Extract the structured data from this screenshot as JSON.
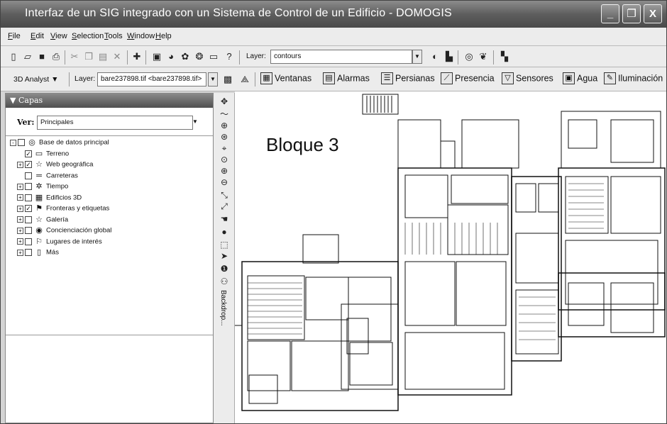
{
  "window": {
    "title": "Interfaz de un SIG integrado con un Sistema de Control de un Edificio - DOMOGIS",
    "minimize_glyph": "_",
    "restore_glyph": "❐",
    "close_glyph": "X"
  },
  "menu": {
    "items": [
      "File",
      "Edit",
      "View",
      "Selection",
      "Tools",
      "Window",
      "Help"
    ]
  },
  "toolbar1": {
    "layer_label": "Layer:",
    "layer_value": "contours"
  },
  "toolbar2": {
    "analyst_label": "3D Analyst ▼",
    "layer_label": "Layer:",
    "layer_value": "bare237898.tif <bare237898.tif>",
    "layers": [
      "Ventanas",
      "Alarmas",
      "Persianas",
      "Presencia",
      "Sensores",
      "Agua",
      "Iluminación"
    ]
  },
  "panel": {
    "header": "Capas",
    "ver_label": "Ver:",
    "ver_value": "Principales",
    "tree": [
      {
        "label": "Base de datos principal",
        "expander": "-",
        "check": "",
        "icon": "globe-icon",
        "glyph": "◎",
        "indent": 0
      },
      {
        "label": "Terreno",
        "expander": "",
        "check": "✓",
        "icon": "folder-icon",
        "glyph": "▭",
        "indent": 1
      },
      {
        "label": "Web geográfica",
        "expander": "+",
        "check": "✓",
        "icon": "star-icon",
        "glyph": "☆",
        "indent": 1
      },
      {
        "label": "Carreteras",
        "expander": "",
        "check": "",
        "icon": "road-icon",
        "glyph": "═",
        "indent": 1
      },
      {
        "label": "Tiempo",
        "expander": "+",
        "check": "",
        "icon": "sun-icon",
        "glyph": "✲",
        "indent": 1
      },
      {
        "label": "Edificios 3D",
        "expander": "+",
        "check": "",
        "icon": "building-icon",
        "glyph": "▦",
        "indent": 1
      },
      {
        "label": "Fronteras y etiquetas",
        "expander": "+",
        "check": "✓",
        "icon": "flag-icon",
        "glyph": "⚑",
        "indent": 1
      },
      {
        "label": "Galería",
        "expander": "+",
        "check": "",
        "icon": "gallery-icon",
        "glyph": "☆",
        "indent": 1
      },
      {
        "label": "Concienciación global",
        "expander": "+",
        "check": "",
        "icon": "circle-icon",
        "glyph": "◉",
        "indent": 1
      },
      {
        "label": "Lugares de interés",
        "expander": "+",
        "check": "",
        "icon": "pin-icon",
        "glyph": "⚐",
        "indent": 1
      },
      {
        "label": "Más",
        "expander": "+",
        "check": "",
        "icon": "page-icon",
        "glyph": "▯",
        "indent": 1
      }
    ]
  },
  "vertical_strip": {
    "tab_label": "Backdrop..."
  },
  "map": {
    "title": "Bloque 3"
  }
}
